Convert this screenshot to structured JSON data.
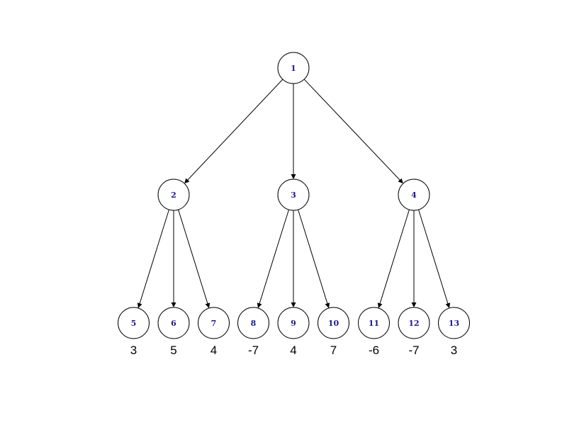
{
  "tree": {
    "colors": {
      "node_label": "#1a1a8c",
      "edge": "#000000",
      "node_border": "#000000",
      "background": "#ffffff"
    },
    "root": {
      "label": "1",
      "children": [
        {
          "label": "2",
          "children": [
            {
              "label": "5",
              "value": "3"
            },
            {
              "label": "6",
              "value": "5"
            },
            {
              "label": "7",
              "value": "4"
            }
          ]
        },
        {
          "label": "3",
          "children": [
            {
              "label": "8",
              "value": "-7"
            },
            {
              "label": "9",
              "value": "4"
            },
            {
              "label": "10",
              "value": "7"
            }
          ]
        },
        {
          "label": "4",
          "children": [
            {
              "label": "11",
              "value": "-6"
            },
            {
              "label": "12",
              "value": "-7"
            },
            {
              "label": "13",
              "value": "3"
            }
          ]
        }
      ]
    }
  }
}
